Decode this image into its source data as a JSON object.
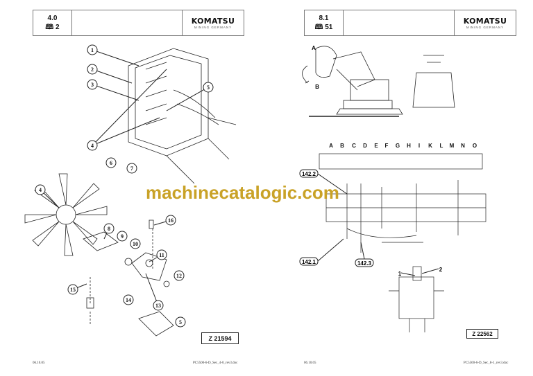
{
  "pages": [
    {
      "section": "4.0",
      "page": "2",
      "logo": "KOMATSU",
      "logo_sub": "MINING GERMANY",
      "drawing_id": "Z 21594",
      "date": "06.10.05",
      "file": "PC5500-6-D_Sec_4-0_rev3.doc",
      "callouts": [
        "1",
        "2",
        "3",
        "5",
        "4",
        "6",
        "7",
        "4",
        "16",
        "8",
        "9",
        "10",
        "11",
        "12",
        "15",
        "14",
        "13",
        "5"
      ]
    },
    {
      "section": "8.1",
      "page": "51",
      "logo": "KOMATSU",
      "logo_sub": "MINING GERMANY",
      "drawing_id": "Z 22562",
      "date": "06.10.05",
      "file": "PC5500-6-D_Sec_8-1_rev3.doc",
      "view_labels": [
        "A",
        "B"
      ],
      "columns": [
        "A",
        "B",
        "C",
        "D",
        "E",
        "F",
        "G",
        "H",
        "I",
        "K",
        "L",
        "M",
        "N",
        "O"
      ],
      "refs": [
        "142.2",
        "142.1",
        "142.3"
      ],
      "callouts": [
        "1",
        "2"
      ]
    }
  ],
  "watermark": "machinecatalogic.com",
  "book_icon": "book-icon"
}
